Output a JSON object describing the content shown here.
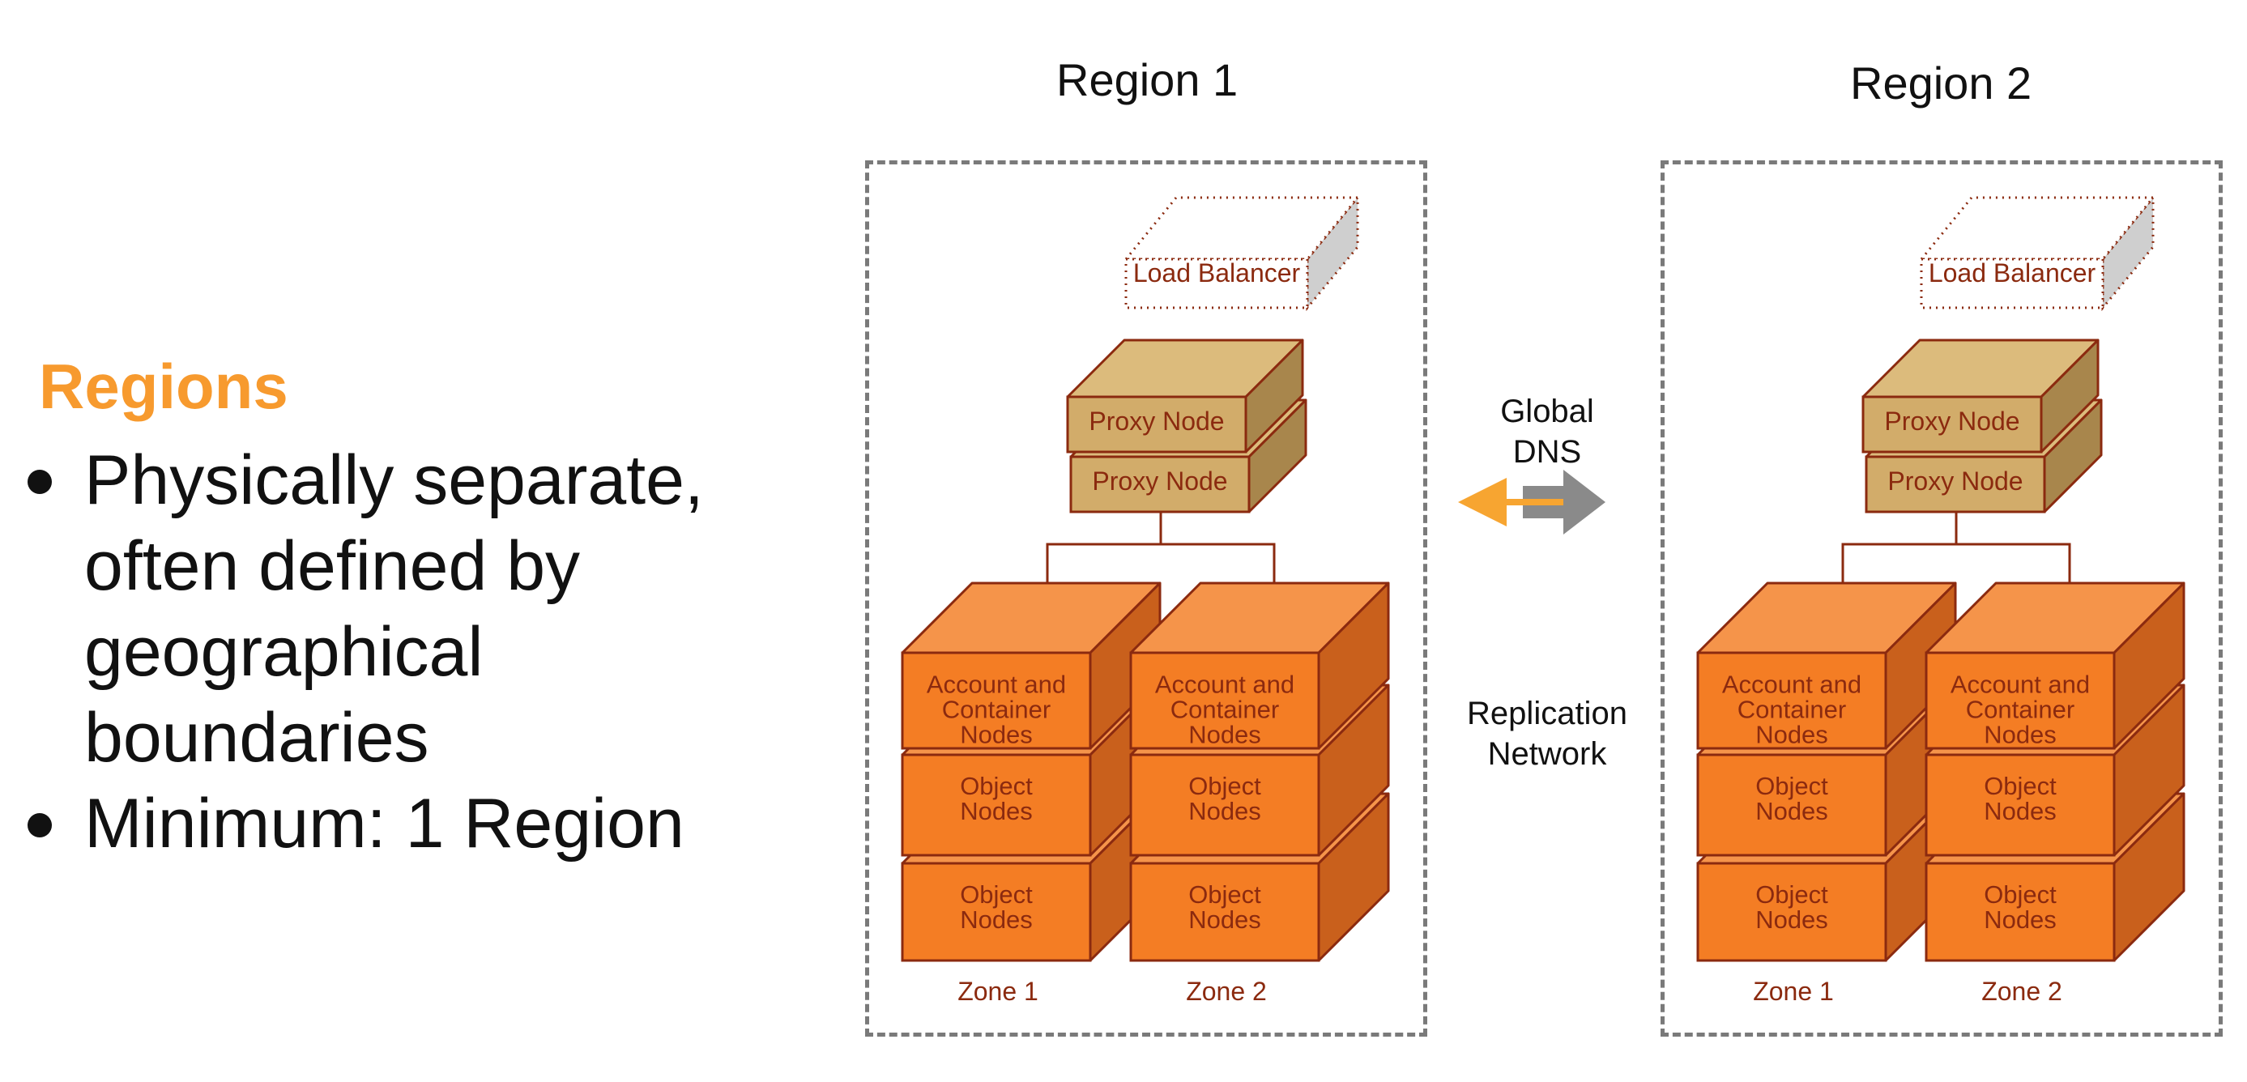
{
  "left": {
    "heading": "Regions",
    "bullets": [
      "Physically separate, often defined by geographical boundaries",
      "Minimum: 1 Region"
    ]
  },
  "regions": [
    {
      "title": "Region 1",
      "load_balancer": "Load Balancer",
      "proxy_nodes": [
        "Proxy Node",
        "Proxy Node"
      ],
      "zones": [
        {
          "label": "Zone 1",
          "account_lines": [
            "Account and",
            "Container",
            "Nodes"
          ],
          "object_nodes": [
            [
              "Object",
              "Nodes"
            ],
            [
              "Object",
              "Nodes"
            ]
          ]
        },
        {
          "label": "Zone 2",
          "account_lines": [
            "Account and",
            "Container",
            "Nodes"
          ],
          "object_nodes": [
            [
              "Object",
              "Nodes"
            ],
            [
              "Object",
              "Nodes"
            ]
          ]
        }
      ]
    },
    {
      "title": "Region 2",
      "load_balancer": "Load Balancer",
      "proxy_nodes": [
        "Proxy Node",
        "Proxy Node"
      ],
      "zones": [
        {
          "label": "Zone 1",
          "account_lines": [
            "Account and",
            "Container",
            "Nodes"
          ],
          "object_nodes": [
            [
              "Object",
              "Nodes"
            ],
            [
              "Object",
              "Nodes"
            ]
          ]
        },
        {
          "label": "Zone 2",
          "account_lines": [
            "Account and",
            "Container",
            "Nodes"
          ],
          "object_nodes": [
            [
              "Object",
              "Nodes"
            ],
            [
              "Object",
              "Nodes"
            ]
          ]
        }
      ]
    }
  ],
  "middle": {
    "global_dns": [
      "Global",
      "DNS"
    ],
    "replication_network": [
      "Replication",
      "Network"
    ],
    "arrow_icons": [
      "arrow-left-icon",
      "arrow-right-icon"
    ]
  },
  "colors": {
    "heading": "#f79a2e",
    "proxy_front": "#d2ac6a",
    "proxy_top": "#dcbb7c",
    "proxy_side": "#a8864c",
    "node_front": "#f47d24",
    "node_top": "#f5944a",
    "node_side": "#c9601c",
    "node_outline": "#8b2a0f",
    "load_balancer_side": "#cfcfcf",
    "frame": "#7a7a7a",
    "arrow_left": "#f7a531",
    "arrow_right": "#8a8a8a"
  }
}
